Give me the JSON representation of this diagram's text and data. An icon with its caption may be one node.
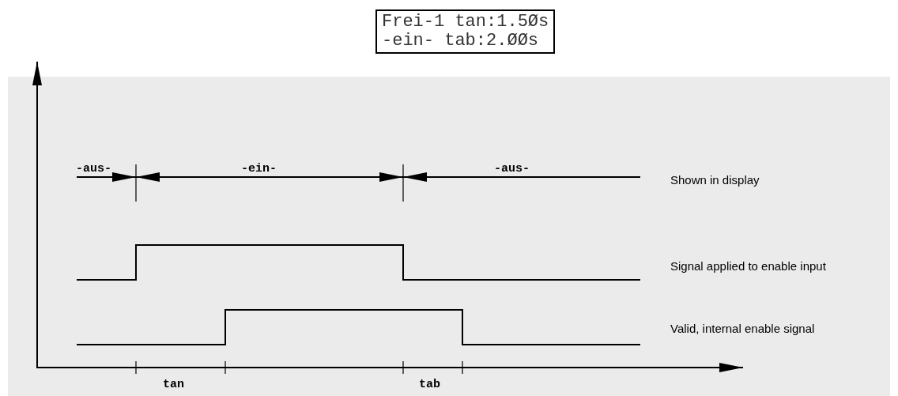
{
  "diagram": {
    "nodes": [
      {
        "text": [
          "Frei-1 tan:1.5Øs",
          "-ein- tab:2.ØØs"
        ]
      }
    ],
    "labels": [
      "-aus-",
      "-ein-",
      "-aus-",
      "Shown in display",
      "Signal applied to enable input",
      "Valid, internal enable signal",
      "tan",
      "tab"
    ]
  }
}
